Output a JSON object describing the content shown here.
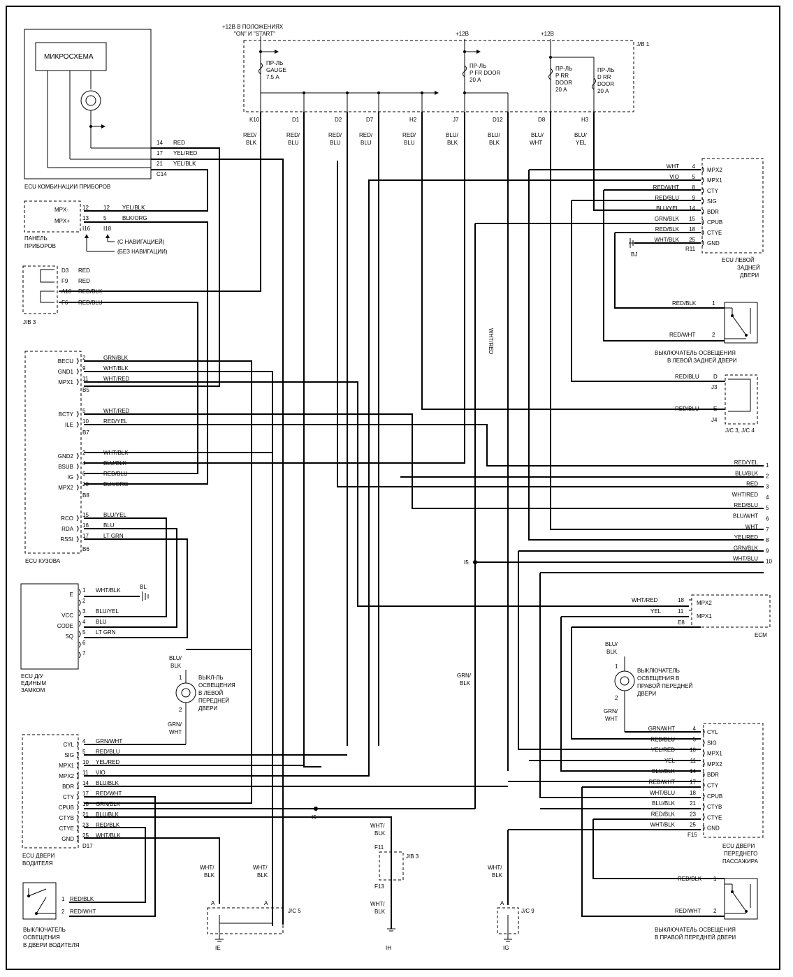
{
  "junction_block_1": {
    "name": "J/B 1",
    "supply_ig": "+12В В ПОЛОЖЕНИЯХ",
    "supply_ig_2": "\"ON\" И \"START\"",
    "supply_b1": "+12В",
    "supply_b2": "+12В",
    "fuses": [
      {
        "l1": "ПР-ЛЬ",
        "l2": "GAUGE",
        "l3": "7.5 А"
      },
      {
        "l1": "ПР-ЛЬ",
        "l2": "P FR DOOR",
        "l3": "20 А"
      },
      {
        "l1": "ПР-ЛЬ",
        "l2": "P RR",
        "l3": "DOOR",
        "l4": "20 А"
      },
      {
        "l1": "ПР-ЛЬ",
        "l2": "D RR",
        "l3": "DOOR",
        "l4": "20 А"
      }
    ],
    "pins": [
      {
        "pin": "K10",
        "c1": "RED/",
        "c2": "BLK"
      },
      {
        "pin": "D1",
        "c1": "RED/",
        "c2": "BLU"
      },
      {
        "pin": "D2",
        "c1": "RED/",
        "c2": "BLU"
      },
      {
        "pin": "D7",
        "c1": "RED/",
        "c2": "BLU"
      },
      {
        "pin": "H2",
        "c1": "RED/",
        "c2": "BLU"
      },
      {
        "pin": "J7",
        "c1": "BLU/",
        "c2": "BLK"
      },
      {
        "pin": "D12",
        "c1": "BLU/",
        "c2": "BLK"
      },
      {
        "pin": "D8",
        "c1": "BLU/",
        "c2": "WHT"
      },
      {
        "pin": "H3",
        "c1": "BLU/",
        "c2": "YEL"
      }
    ]
  },
  "combination_meter": {
    "label": "ECU КОМБИНАЦИИ ПРИБОРОВ",
    "chip": "МИКРОСХЕМА",
    "connector": "C14",
    "pins": [
      {
        "pin": "14",
        "color": "RED"
      },
      {
        "pin": "17",
        "color": "YEL/RED"
      },
      {
        "pin": "21",
        "color": "YEL/BLK"
      }
    ]
  },
  "instrument_panel": {
    "label1": "ПАНЕЛЬ",
    "label2": "ПРИБОРОВ",
    "mpx_minus": "MPX-",
    "mpx_plus": "MPX+",
    "pins": [
      {
        "p1": "12",
        "p2": "12",
        "color": "YEL/BLK"
      },
      {
        "p1": "13",
        "p2": "5",
        "color": "BLK/ORG"
      }
    ],
    "conn1": "I16",
    "conn2": "I18",
    "note_nav": "(С НАВИГАЦИЕЙ)",
    "note_no_nav": "(БЕЗ НАВИГАЦИИ)"
  },
  "jb3": {
    "label": "J/B 3",
    "pins": [
      {
        "pin": "D3",
        "color": "RED"
      },
      {
        "pin": "F9",
        "color": "RED"
      },
      {
        "pin": "A10",
        "color": "RED/BLK"
      },
      {
        "pin": "F6",
        "color": "RED/BLU"
      }
    ]
  },
  "body_ecu": {
    "label": "ECU КУЗОВА",
    "group_b5": [
      {
        "name": "BECU",
        "pin": "2",
        "color": "GRN/BLK"
      },
      {
        "name": "GND1",
        "pin": "9",
        "color": "WHT/BLK"
      },
      {
        "name": "MPX1",
        "pin": "11",
        "color": "WHT/RED"
      }
    ],
    "conn_b5": "B5",
    "group_b7": [
      {
        "name": "BCTY",
        "pin": "5",
        "color": "WHT/RED"
      },
      {
        "name": "ILE",
        "pin": "10",
        "color": "RED/YEL"
      }
    ],
    "conn_b7": "B7",
    "group_b8": [
      {
        "name": "GND2",
        "pin": "2",
        "color": "WHT/BLK"
      },
      {
        "name": "BSUB",
        "pin": "4",
        "color": "BLU/BLK"
      },
      {
        "name": "IG",
        "pin": "6",
        "color": "RED/BLU"
      },
      {
        "name": "MPX2",
        "pin": "20",
        "color": "BLK/ORG"
      }
    ],
    "conn_b8": "B8",
    "group_b6": [
      {
        "name": "RCO",
        "pin": "15",
        "color": "BLU/YEL"
      },
      {
        "name": "RDA",
        "pin": "16",
        "color": "BLU"
      },
      {
        "name": "RSSI",
        "pin": "17",
        "color": "LT GRN"
      }
    ],
    "conn_b6": "B6"
  },
  "door_lock_ecu": {
    "label1": "ECU Д/У",
    "label2": "ЕДИНЫМ",
    "label3": "ЗАМКОМ",
    "ground": "BL",
    "pins": [
      {
        "name": "E",
        "pin": "1",
        "color": "WHT/BLK"
      },
      {
        "name": "",
        "pin": "2",
        "color": ""
      },
      {
        "name": "VCC",
        "pin": "3",
        "color": "BLU/YEL"
      },
      {
        "name": "CODE",
        "pin": "4",
        "color": "BLU"
      },
      {
        "name": "SQ",
        "pin": "5",
        "color": "LT GRN"
      },
      {
        "name": "",
        "pin": "6",
        "color": ""
      },
      {
        "name": "",
        "pin": "7",
        "color": ""
      }
    ]
  },
  "left_front_switch": {
    "l1": "ВЫКЛ-ЛЬ",
    "l2": "ОСВЕЩЕНИЯ",
    "l3": "В ЛЕВОЙ",
    "l4": "ПЕРЕДНЕЙ",
    "l5": "ДВЕРИ",
    "top1": "BLU/",
    "top2": "BLK",
    "bot1": "GRN/",
    "bot2": "WHT",
    "pin1": "1",
    "pin2": "2"
  },
  "driver_door_ecu": {
    "label1": "ECU ДВЕРИ",
    "label2": "ВОДИТЕЛЯ",
    "conn": "D17",
    "pins": [
      {
        "name": "CYL",
        "pin": "4",
        "color": "GRN/WHT"
      },
      {
        "name": "SIG",
        "pin": "5",
        "color": "RED/BLU"
      },
      {
        "name": "MPX1",
        "pin": "10",
        "color": "YEL/RED"
      },
      {
        "name": "MPX2",
        "pin": "11",
        "color": "VIO"
      },
      {
        "name": "BDR",
        "pin": "14",
        "color": "BLU/BLK"
      },
      {
        "name": "CTY",
        "pin": "17",
        "color": "RED/WHT"
      },
      {
        "name": "CPUB",
        "pin": "18",
        "color": "GRN/BLK"
      },
      {
        "name": "CTYB",
        "pin": "21",
        "color": "BLU/BLK"
      },
      {
        "name": "CTYE",
        "pin": "23",
        "color": "RED/BLK"
      },
      {
        "name": "GND",
        "pin": "25",
        "color": "WHT/BLK"
      }
    ]
  },
  "driver_switch": {
    "l1": "ВЫКЛЮЧАТЕЛЬ",
    "l2": "ОСВЕЩЕНИЯ",
    "l3": "В ДВЕРИ ВОДИТЕЛЯ",
    "pins": [
      {
        "pin": "1",
        "color": "RED/BLK"
      },
      {
        "pin": "2",
        "color": "RED/WHT"
      }
    ]
  },
  "left_rear_ecu": {
    "label1": "ECU ЛЕВОЙ",
    "label2": "ЗАДНЕЙ",
    "label3": "ДВЕРИ",
    "conn": "R11",
    "ground": "BJ",
    "pins": [
      {
        "name": "MPX2",
        "pin": "4",
        "color": "WHT"
      },
      {
        "name": "MPX1",
        "pin": "5",
        "color": "VIO"
      },
      {
        "name": "CTY",
        "pin": "8",
        "color": "RED/WHT"
      },
      {
        "name": "SIG",
        "pin": "9",
        "color": "RED/BLU"
      },
      {
        "name": "BDR",
        "pin": "14",
        "color": "BLU/YEL"
      },
      {
        "name": "CPUB",
        "pin": "15",
        "color": "GRN/BLK"
      },
      {
        "name": "CTYE",
        "pin": "18",
        "color": "RED/BLK"
      },
      {
        "name": "GND",
        "pin": "25",
        "color": "WHT/BLK"
      }
    ]
  },
  "left_rear_switch": {
    "l1": "ВЫКЛЮЧАТЕЛЬ ОСВЕЩЕНИЯ",
    "l2": "В ЛЕВОЙ ЗАДНЕЙ ДВЕРИ",
    "pins": [
      {
        "pin": "1",
        "color": "RED/BLK"
      },
      {
        "pin": "2",
        "color": "RED/WHT"
      }
    ]
  },
  "jc34": {
    "label": "J/C 3, J/C 4",
    "pins": [
      {
        "pin": "D",
        "conn": "J3",
        "color": "RED/BLU"
      },
      {
        "pin": "E",
        "conn": "J4",
        "color": "RED/BLU"
      }
    ]
  },
  "wht_red_vertical": "WHT/RED",
  "continuation": [
    {
      "n": "1",
      "color": "RED/YEL"
    },
    {
      "n": "2",
      "color": "BLU/BLK"
    },
    {
      "n": "3",
      "color": "RED"
    },
    {
      "n": "4",
      "color": "WHT/RED"
    },
    {
      "n": "5",
      "color": "RED/BLU"
    },
    {
      "n": "6",
      "color": "BLU/WHT"
    },
    {
      "n": "7",
      "color": "WHT"
    },
    {
      "n": "8",
      "color": "YEL/RED"
    },
    {
      "n": "9",
      "color": "GRN/BLK"
    },
    {
      "n": "10",
      "color": "WHT/BLU"
    }
  ],
  "splice_i5": "I5",
  "ecm": {
    "label": "ECM",
    "conn": "E8",
    "pins": [
      {
        "name": "MPX2",
        "pin": "18",
        "color": "WHT/RED"
      },
      {
        "name": "MPX1",
        "pin": "11",
        "color": "YEL"
      }
    ]
  },
  "right_front_switch": {
    "l1": "ВЫКЛЮЧАТЕЛЬ",
    "l2": "ОСВЕЩЕНИЯ В",
    "l3": "ПРАВОЙ ПЕРЕДНЕЙ",
    "l4": "ДВЕРИ",
    "top1": "BLU/",
    "top2": "BLK",
    "bot1": "GRN/",
    "bot2": "WHT",
    "pin1": "1",
    "pin2": "2"
  },
  "passenger_ecu": {
    "label1": "ECU ДВЕРИ",
    "label2": "ПЕРЕДНЕГО",
    "label3": "ПАССАЖИРА",
    "conn": "F15",
    "pins": [
      {
        "name": "CYL",
        "pin": "4",
        "color": "GRN/WHT"
      },
      {
        "name": "SIG",
        "pin": "5",
        "color": "RED/BLU"
      },
      {
        "name": "MPX1",
        "pin": "10",
        "color": "YEL/RED"
      },
      {
        "name": "MPX2",
        "pin": "11",
        "color": "YEL"
      },
      {
        "name": "BDR",
        "pin": "14",
        "color": "BLU/BLK"
      },
      {
        "name": "CTY",
        "pin": "17",
        "color": "RED/WHT"
      },
      {
        "name": "CPUB",
        "pin": "18",
        "color": "WHT/BLU"
      },
      {
        "name": "CTYB",
        "pin": "21",
        "color": "BLU/BLK"
      },
      {
        "name": "CTYE",
        "pin": "23",
        "color": "RED/BLK"
      },
      {
        "name": "GND",
        "pin": "25",
        "color": "WHT/BLK"
      }
    ]
  },
  "right_front_door_switch": {
    "l1": "ВЫКЛЮЧАТЕЛЬ ОСВЕЩЕНИЯ",
    "l2": "В ПРАВОЙ ПЕРЕДНЕЙ ДВЕРИ",
    "pins": [
      {
        "pin": "1",
        "color": "RED/BLK"
      },
      {
        "pin": "2",
        "color": "RED/WHT"
      }
    ]
  },
  "jc5": {
    "label": "J/C 5",
    "pin": "A",
    "ground": "IE",
    "w1a": "WHT/",
    "w1b": "BLK",
    "w2a": "WHT/",
    "w2b": "BLK"
  },
  "jb3_bottom": {
    "label": "J/B 3",
    "top": "F11",
    "bot": "F13",
    "ground": "IH",
    "w1a": "WHT/",
    "w1b": "BLK",
    "w2a": "WHT/",
    "w2b": "BLK"
  },
  "jc9": {
    "label": "J/C 9",
    "pin": "A",
    "ground": "IG",
    "w1a": "WHT/",
    "w1b": "BLK"
  },
  "grn_blk_vertical_1": "GRN/",
  "grn_blk_vertical_2": "BLK"
}
